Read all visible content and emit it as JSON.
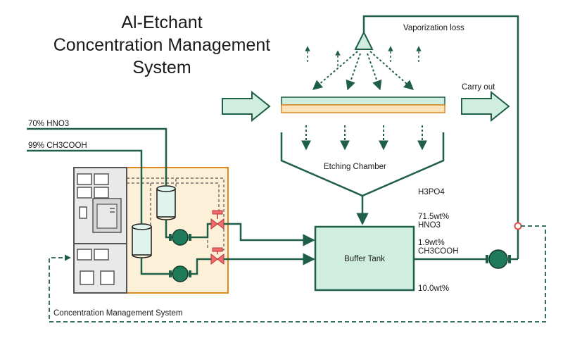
{
  "title": {
    "line1": "Al-Etchant",
    "line2": "Concentration Management",
    "line3": "System"
  },
  "labels": {
    "vaporization_loss": "Vaporization loss",
    "carry_out": "Carry out",
    "etching_chamber": "Etching Chamber",
    "buffer_tank": "Buffer Tank",
    "concentration_management_system": "Concentration Management System"
  },
  "inputs": [
    {
      "label": "70% HNO3"
    },
    {
      "label": "99% CH3COOH"
    }
  ],
  "composition": [
    {
      "component": "H3PO4",
      "value": "71.5wt%"
    },
    {
      "component": "HNO3",
      "value": "1.9wt%"
    },
    {
      "component": "CH3COOH",
      "value": "10.0wt%"
    }
  ],
  "colors": {
    "pipe": "#1f5e47",
    "arrow_fill": "#cfeee0",
    "box_fill": "#cfeee0",
    "system_panel": "#fdf0d8",
    "system_border": "#e08a1e",
    "cabinet": "#e9e9e9",
    "valve": "#ee6c6c"
  }
}
